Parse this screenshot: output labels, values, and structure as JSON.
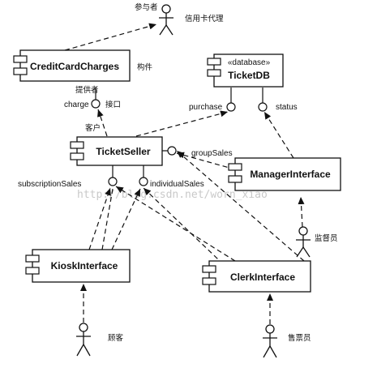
{
  "components": {
    "credit_card_charges": "CreditCardCharges",
    "ticket_db_stereotype": "«database»",
    "ticket_db": "TicketDB",
    "ticket_seller": "TicketSeller",
    "manager_interface": "ManagerInterface",
    "kiosk_interface": "KioskInterface",
    "clerk_interface": "ClerkInterface"
  },
  "interfaces": {
    "charge": "charge",
    "purchase": "purchase",
    "status": "status",
    "group_sales": "groupSales",
    "subscription_sales": "subscriptionSales",
    "individual_sales": "individualSales"
  },
  "actors": {
    "credit_card_agent": "信用卡代理",
    "manager": "监督员",
    "customer": "顾客",
    "clerk": "售票员"
  },
  "annotations": {
    "participant": "参与者",
    "component": "构件",
    "provider": "提供者",
    "interface": "接口",
    "client": "客户"
  },
  "watermark": "http://blog.csdn.net/worn_xiao"
}
